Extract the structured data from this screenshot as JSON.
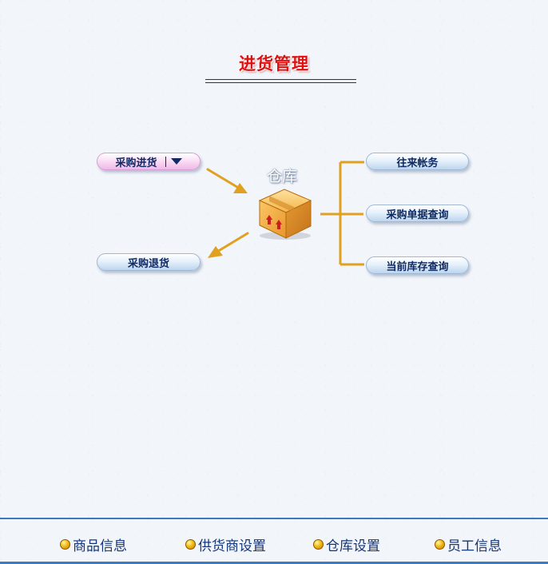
{
  "page": {
    "title": "进货管理"
  },
  "warehouse": {
    "label": "仓库"
  },
  "left_buttons": {
    "purchase_in": "采购进货",
    "purchase_return": "采购退货"
  },
  "right_buttons": {
    "accounts": "往来帐务",
    "purchase_query": "采购单据查询",
    "stock_query": "当前库存查询"
  },
  "footer": {
    "links": [
      "商品信息",
      "供货商设置",
      "仓库设置",
      "员工信息"
    ]
  },
  "colors": {
    "title": "#e01010",
    "connector": "#e0a020",
    "link": "#14367a",
    "footer_line": "#3d7bc0"
  }
}
